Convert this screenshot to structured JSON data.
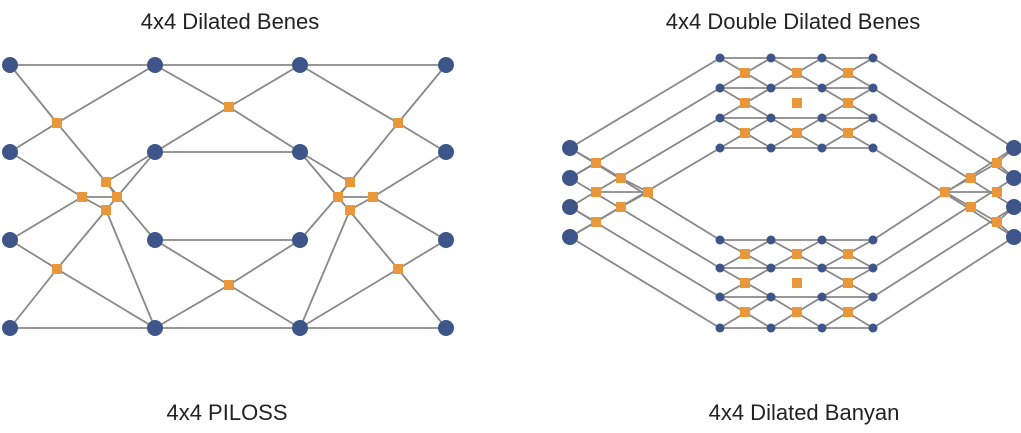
{
  "titles": {
    "dilated_benes": "4x4 Dilated Benes",
    "double_dilated_benes": "4x4 Double Dilated Benes",
    "piloss": "4x4 PILOSS",
    "dilated_banyan": "4x4 Dilated Banyan"
  },
  "colors": {
    "port_node": "#3d5588",
    "switch_node": "#e8973a",
    "link": "#888888",
    "text": "#222222"
  }
}
